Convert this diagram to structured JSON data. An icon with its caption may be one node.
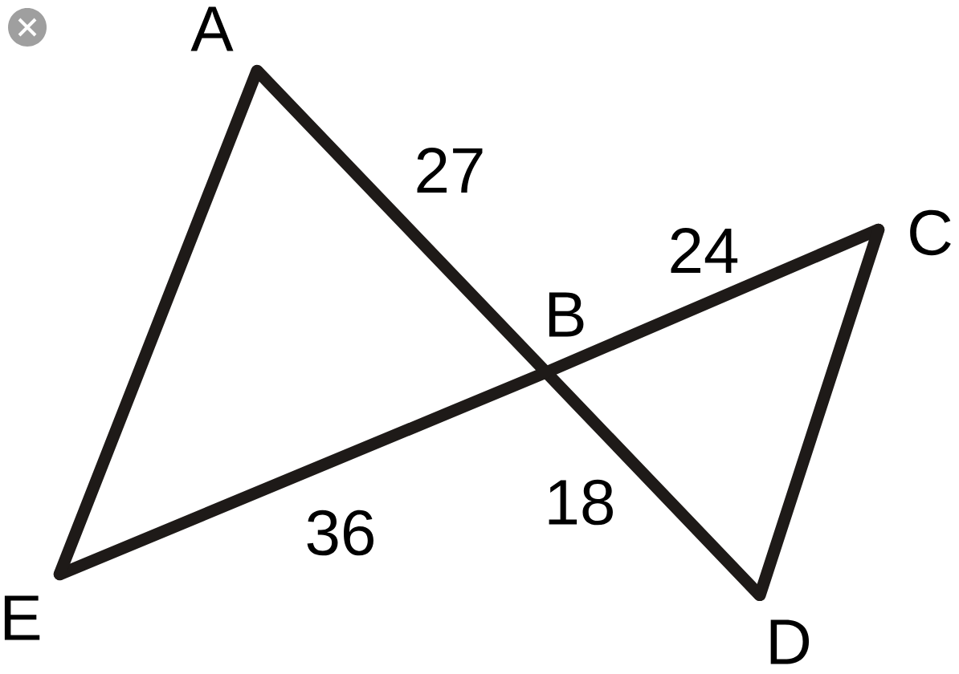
{
  "diagram": {
    "nodes": [
      {
        "text": [
          "A"
        ]
      },
      {
        "text": [
          "B"
        ]
      },
      {
        "text": [
          "C"
        ]
      },
      {
        "text": [
          "D"
        ]
      },
      {
        "text": [
          "E"
        ]
      }
    ],
    "edges": [
      {
        "from": 0,
        "to": 1,
        "arrow": "none",
        "label": "27"
      },
      {
        "from": 1,
        "to": 2,
        "arrow": "none",
        "label": "24"
      },
      {
        "from": 1,
        "to": 3,
        "arrow": "none",
        "label": "18"
      },
      {
        "from": 4,
        "to": 1,
        "arrow": "none",
        "label": "36"
      },
      {
        "from": 0,
        "to": 4,
        "arrow": "none"
      },
      {
        "from": 2,
        "to": 3,
        "arrow": "none"
      }
    ]
  }
}
